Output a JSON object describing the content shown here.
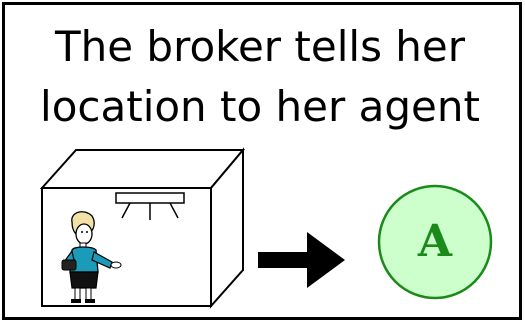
{
  "caption": {
    "line1": "The broker tells her",
    "line2": "location to her agent"
  },
  "agent": {
    "letter": "A",
    "fill_color": "#ccffcc",
    "stroke_color": "#1a8a1a",
    "letter_color": "#1a8a1a"
  },
  "room": {
    "fill_color": "#ffffff",
    "stroke_color": "#000000"
  },
  "broker": {
    "icon": "broker-person-icon",
    "jacket_color": "#1a9bb8"
  },
  "arrow": {
    "icon": "right-arrow-icon",
    "color": "#000000"
  }
}
